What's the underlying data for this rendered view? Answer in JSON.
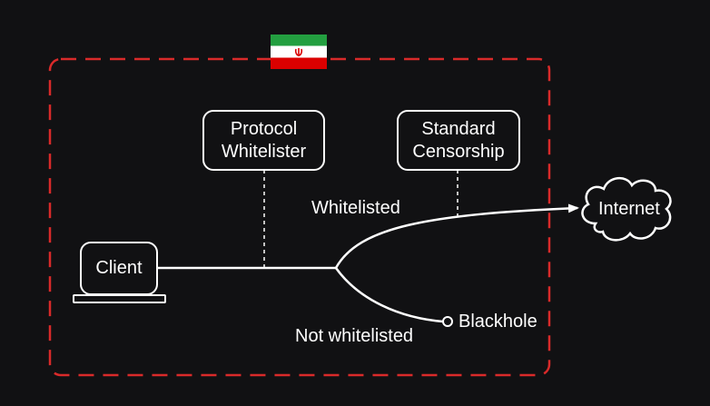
{
  "nodes": {
    "client": "Client",
    "protocol_whitelister": [
      "Protocol",
      "Whitelister"
    ],
    "standard_censorship": [
      "Standard",
      "Censorship"
    ],
    "internet": "Internet",
    "blackhole": "Blackhole"
  },
  "edges": {
    "whitelisted": "Whitelisted",
    "not_whitelisted": "Not whitelisted"
  },
  "region": {
    "flag": "iran-flag-icon",
    "border_color": "#d92a2a"
  },
  "colors": {
    "background": "#111113",
    "stroke": "#ffffff",
    "flag_green": "#239f40",
    "flag_white": "#ffffff",
    "flag_red": "#da0000"
  }
}
